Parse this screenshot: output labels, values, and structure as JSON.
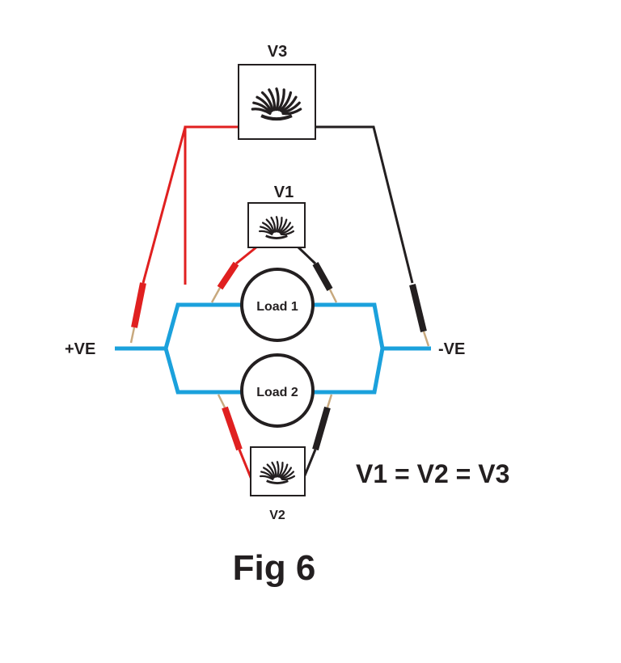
{
  "meters": {
    "v3": "V3",
    "v1": "V1",
    "v2": "V2"
  },
  "loads": {
    "load1": "Load 1",
    "load2": "Load 2"
  },
  "terminals": {
    "positive": "+VE",
    "negative": "-VE"
  },
  "equation": "V1 = V2 = V3",
  "caption": "Fig 6",
  "colors": {
    "circuit_wire": "#1ba1dc",
    "red_lead": "#e02020",
    "black_lead": "#231f20",
    "probe_tip": "#c8a97e"
  }
}
